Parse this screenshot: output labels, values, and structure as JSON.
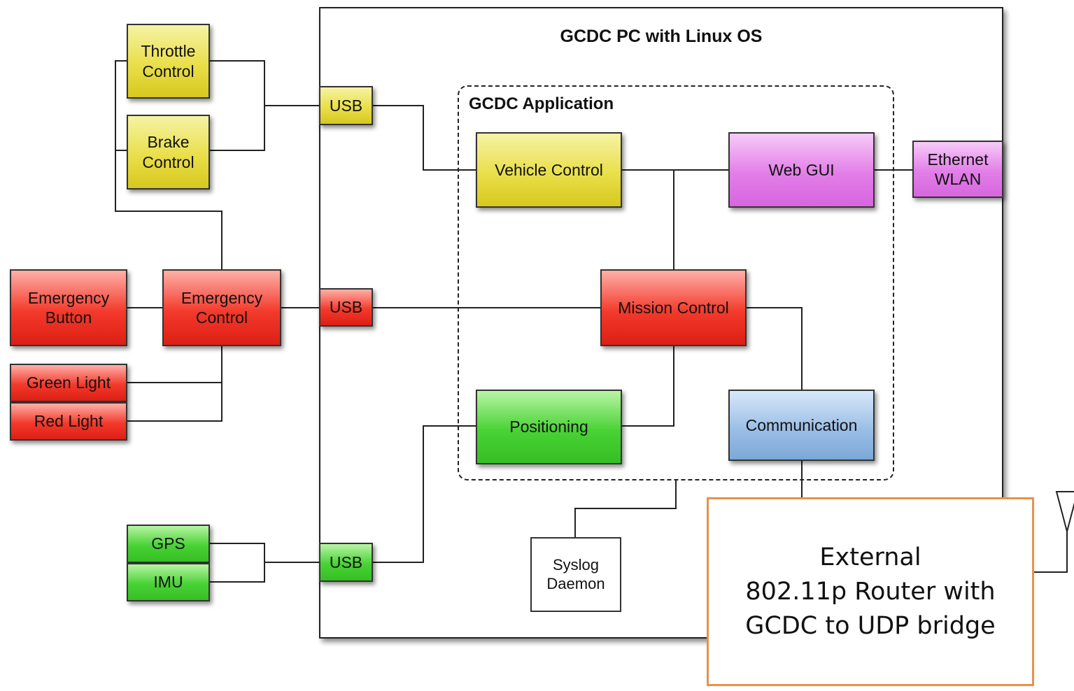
{
  "pc": {
    "title": "GCDC PC with Linux OS"
  },
  "app": {
    "title": "GCDC Application"
  },
  "blocks": {
    "throttle": "Throttle\nControl",
    "brake": "Brake\nControl",
    "emergency_button": "Emergency\nButton",
    "emergency_control": "Emergency\nControl",
    "green_light": "Green Light",
    "red_light": "Red Light",
    "gps": "GPS",
    "imu": "IMU",
    "usb_top": "USB",
    "usb_mid": "USB",
    "usb_bottom": "USB",
    "vehicle_control": "Vehicle Control",
    "web_gui": "Web GUI",
    "ethernet_wlan": "Ethernet\nWLAN",
    "mission_control": "Mission Control",
    "positioning": "Positioning",
    "communication": "Communication",
    "syslog": "Syslog\nDaemon"
  },
  "router": {
    "text": "External\n802.11p Router with\nGCDC to UDP bridge"
  },
  "colors": {
    "yellow": "#e9df4a",
    "red": "#f33a2c",
    "green": "#49d235",
    "magenta": "#e27ee8",
    "blue": "#9cbfe6",
    "router_border": "#e8914a"
  }
}
